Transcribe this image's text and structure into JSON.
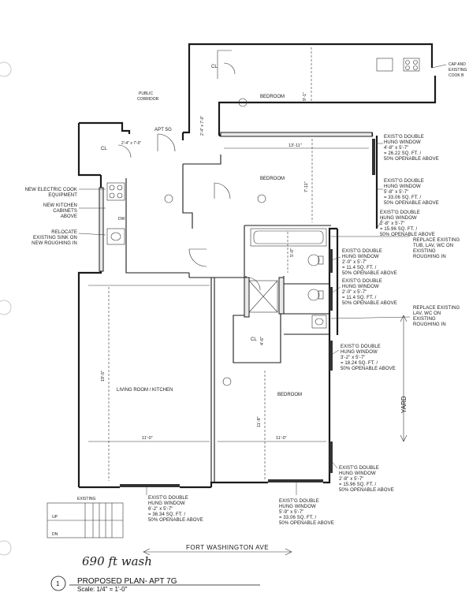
{
  "labels": {
    "public_corridor": [
      "PUBLIC",
      "CORRIDOR"
    ],
    "apt_5g": "APT 5G",
    "cl_top": "CL",
    "cl_left": "CL",
    "cl_center": "CL",
    "bedroom_top": "BEDROOM",
    "bedroom_middle": "BEDROOM",
    "bedroom_bottom": "BEDROOM",
    "living_room": "LIVING ROOM / KITCHEN",
    "cap_note": [
      "CAP AND",
      "EXISTING",
      "COOK B"
    ],
    "existing_stairs": "EXISTING",
    "up": "UP",
    "dn": "DN",
    "dw": "DW",
    "fort_washington": "FORT WASHINGTON AVE",
    "yard": "YARD",
    "handwriting": "690 ft wash",
    "drawing_number": "1",
    "title": "PROPOSED PLAN- APT 7G",
    "scale": "Scale: 1/4\" = 1'-0\""
  },
  "dimensions": {
    "top_bedroom_height": "9'-1\"",
    "middle_width": "13'-11\"",
    "middle_height": "7'-11\"",
    "living_height": "19'-5\"",
    "living_width": "11'-0\"",
    "bedroom_width": "11'-0\"",
    "bedroom_height": "11'-8\"",
    "bath_height": "5'-0\"",
    "closet_height": "4'-6\"",
    "door_a": "2'-4\" x 7'-0\"",
    "door_b": "2'-4\" x 7'-0\""
  },
  "notes_left": [
    "NEW ELECTRIC COOK",
    "EQUIPMENT",
    "NEW KITCHEN",
    "CABINETS",
    "ABOVE",
    "RELOCATE",
    "EXISTING SINK ON",
    "NEW ROUGHING IN"
  ],
  "window_notes": [
    [
      "EXIST'G DOUBLE",
      "HUNG WINDOW",
      "4'-8\" x 5'-7\"",
      "= 26.22 SQ. FT. /",
      "50% OPENABLE ABOVE"
    ],
    [
      "EXIST'G DOUBLE",
      "HUNG WINDOW",
      "5'-8\" x 5'-7\"",
      "= 33.06 SQ. FT. /",
      "50% OPENABLE ABOVE"
    ],
    [
      "EXIST'G DOUBLE",
      "HUNG WINDOW",
      "2'-8\" x 5'-7\"",
      "= 15.96 SQ. FT. /",
      "50% OPENABLE ABOVE"
    ],
    [
      "EXIST'G DOUBLE",
      "HUNG WINDOW",
      "2'-0\" x 5'-7\"",
      "= 11.4 SQ. FT. /",
      "50% OPENABLE ABOVE"
    ],
    [
      "EXIST'G DOUBLE",
      "HUNG WINDOW",
      "2'-0\" x 5'-7\"",
      "= 11.4 SQ. FT. /",
      "50% OPENABLE ABOVE"
    ],
    [
      "EXIST'G DOUBLE",
      "HUNG WINDOW",
      "3'-2\" x 5'-7\"",
      "= 18.24 SQ. FT. /",
      "50% OPENABLE ABOVE"
    ],
    [
      "EXIST'G DOUBLE",
      "HUNG WINDOW",
      "2'-8\" x 5'-7\"",
      "= 15.96 SQ. FT. /",
      "50% OPENABLE ABOVE"
    ],
    [
      "EXIST'G DOUBLE",
      "HUNG WINDOW",
      "6'-2\" x 5'-7\"",
      "= 36.34 SQ. FT. /",
      "50% OPENABLE ABOVE"
    ],
    [
      "EXIST'G DOUBLE",
      "HUNG WINDOW",
      "5'-9\" x 5'-7\"",
      "= 33.06 SQ. FT. /",
      "50% OPENABLE ABOVE"
    ]
  ],
  "replace_notes": [
    [
      "REPLACE EXISTING",
      "TUB, LAV, WC ON",
      "EXISTING",
      "ROUGHING IN"
    ],
    [
      "REPLACE EXISTING",
      "LAV, WC ON",
      "EXISTING",
      "ROUGHING IN"
    ]
  ]
}
